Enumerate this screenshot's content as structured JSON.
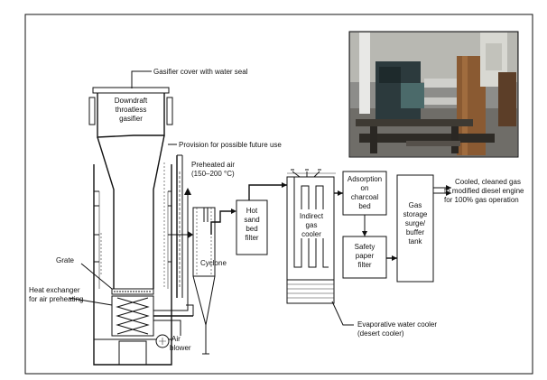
{
  "labels": {
    "gasifier_cover": "Gasifier cover with water seal",
    "gasifier_name_1": "Downdraft",
    "gasifier_name_2": "throatless",
    "gasifier_name_3": "gasifier",
    "provision": "Provision for possible future use",
    "preheated_air_1": "Preheated air",
    "preheated_air_2": "(150–200 °C)",
    "grate": "Grate",
    "heat_exchanger_1": "Heat exchanger",
    "heat_exchanger_2": "for air preheating",
    "air_blower_1": "Air",
    "air_blower_2": "blower",
    "cyclone": "Cyclone",
    "sand_filter_1": "Hot",
    "sand_filter_2": "sand",
    "sand_filter_3": "bed",
    "sand_filter_4": "filter",
    "gas_cooler_1": "Indirect",
    "gas_cooler_2": "gas",
    "gas_cooler_3": "cooler",
    "adsorption_1": "Adsorption",
    "adsorption_2": "on",
    "adsorption_3": "charcoal",
    "adsorption_4": "bed",
    "safety_filter_1": "Safety",
    "safety_filter_2": "paper",
    "safety_filter_3": "filter",
    "storage_1": "Gas",
    "storage_2": "storage",
    "storage_3": "surge/",
    "storage_4": "buffer",
    "storage_5": "tank",
    "output_1": "Cooled, cleaned gas",
    "output_2": "to modified diesel engine",
    "output_3": "for 100% gas operation",
    "evap_cooler_1": "Evaporative water cooler",
    "evap_cooler_2": "(desert cooler)"
  },
  "photo": {
    "icon": "engine-gasifier-photo"
  }
}
